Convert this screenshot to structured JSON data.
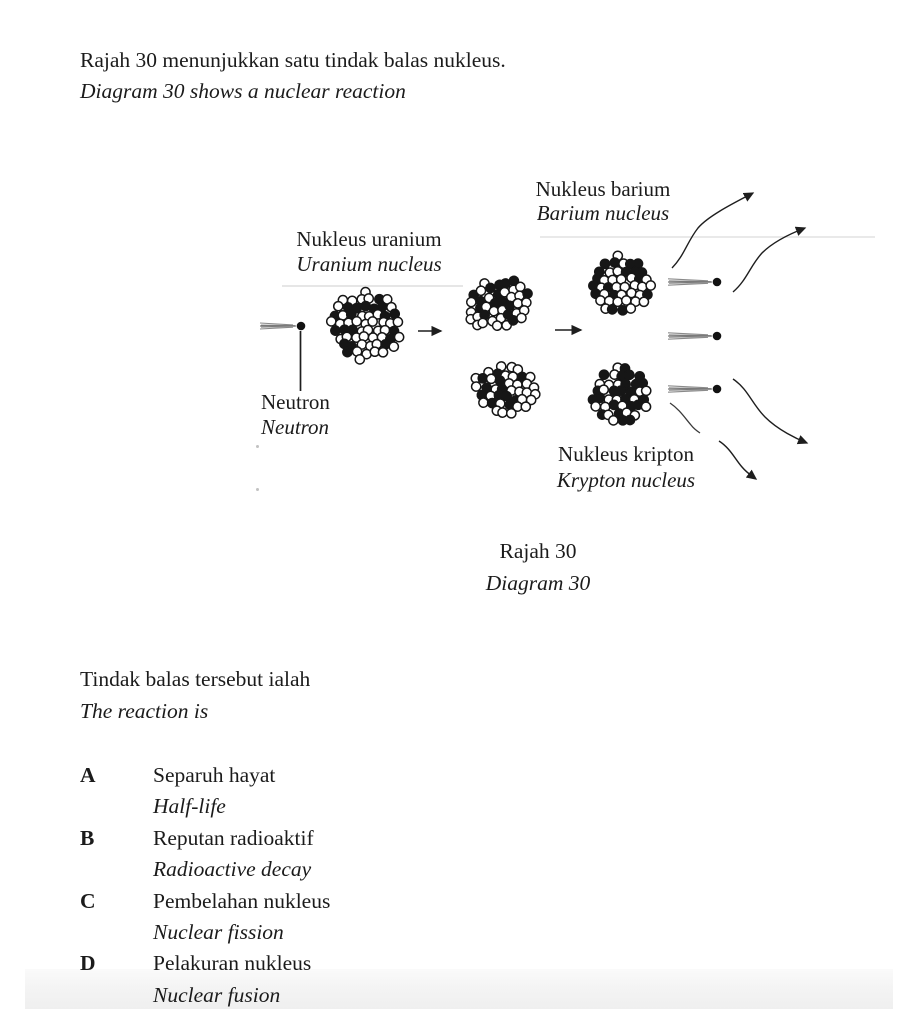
{
  "intro": {
    "malay": "Rajah 30 menunjukkan satu tindak balas nukleus.",
    "english": "Diagram 30 shows a nuclear reaction"
  },
  "diagram": {
    "labels": {
      "uranium": {
        "malay": "Nukleus uranium",
        "english": "Uranium nucleus"
      },
      "barium": {
        "malay": "Nukleus barium",
        "english": "Barium nucleus"
      },
      "neutron": {
        "malay": "Neutron",
        "english": "Neutron"
      },
      "krypton": {
        "malay": "Nukleus kripton",
        "english": "Krypton nucleus"
      }
    },
    "caption": {
      "malay": "Rajah 30",
      "english": "Diagram 30"
    }
  },
  "question": {
    "malay": "Tindak balas tersebut ialah",
    "english": "The reaction is"
  },
  "options": [
    {
      "letter": "A",
      "malay": "Separuh hayat",
      "english": "Half-life"
    },
    {
      "letter": "B",
      "malay": "Reputan radioaktif",
      "english": "Radioactive decay"
    },
    {
      "letter": "C",
      "malay": "Pembelahan nukleus",
      "english": "Nuclear fission"
    },
    {
      "letter": "D",
      "malay": "Pelakuran nukleus",
      "english": "Nuclear fusion"
    }
  ],
  "colors": {
    "text": "#1b1b1b",
    "background": "#ffffff",
    "diagram_ink": "#161616",
    "neutron_trail_gray": "#8a8a8a",
    "page_edge_band": "#f3f3f3"
  }
}
